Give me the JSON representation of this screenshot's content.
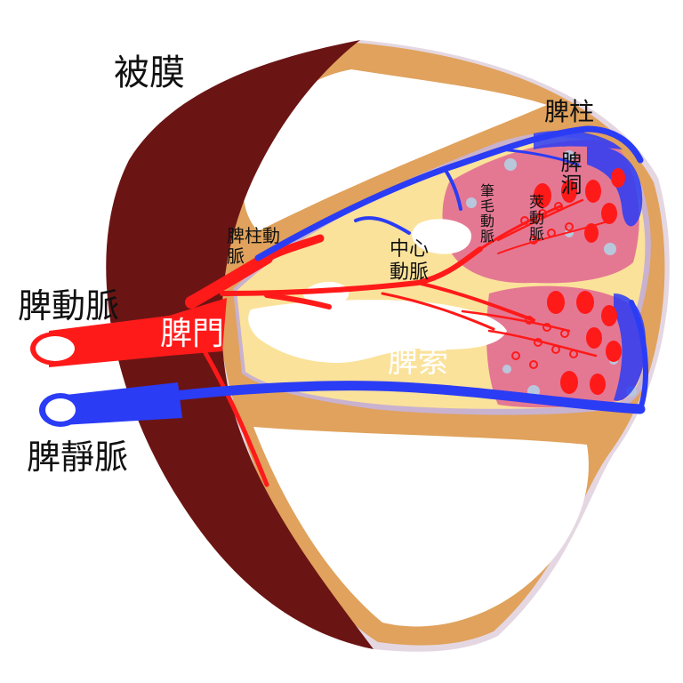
{
  "labels": {
    "capsule": "被膜",
    "trabecula": "脾柱",
    "trabecular_artery": "脾柱動脈",
    "splenic_artery": "脾動脈",
    "hilum": "脾門",
    "central_artery": "中心動脈",
    "penicillar_artery": "筆毛動脈",
    "sheathed_artery": "莢動脈",
    "splenic_sinus": "脾洞",
    "splenic_cord": "脾索",
    "splenic_vein": "脾靜脈"
  },
  "colors": {
    "capsule": "#6b1414",
    "trabecula_tan": "#e0a25c",
    "white_pulp": "#fbe29a",
    "red_pulp": "#e47893",
    "artery": "#ff1a1a",
    "vein": "#2b3cf5",
    "sinus_spot": "#b9c7dc"
  }
}
